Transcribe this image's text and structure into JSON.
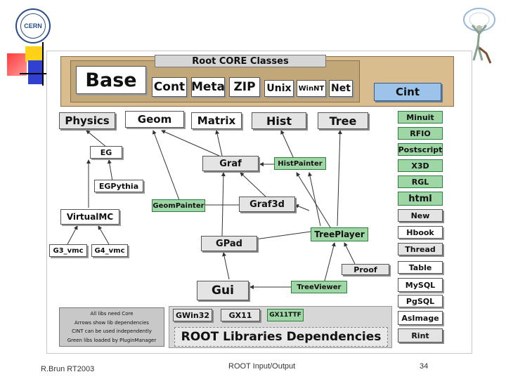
{
  "slide": {
    "logo_text": "CERN",
    "footer": {
      "author": "R.Brun RT2003",
      "title": "ROOT Input/Output",
      "page": "34"
    }
  },
  "diagram": {
    "core_title": "Root CORE Classes",
    "core": {
      "base": "Base",
      "cont": "Cont",
      "meta": "Meta",
      "zip": "ZIP",
      "unix": "Unix",
      "winnt": "WinNT",
      "net": "Net",
      "cint": "Cint"
    },
    "top_row": {
      "physics": "Physics",
      "geom": "Geom",
      "matrix": "Matrix",
      "hist": "Hist",
      "tree": "Tree"
    },
    "middle": {
      "eg": "EG",
      "egpythia": "EGPythia",
      "graf": "Graf",
      "histpainter": "HistPainter",
      "geompainter": "GeomPainter",
      "graf3d": "Graf3d",
      "virtualmc": "VirtualMC",
      "g3vmc": "G3_vmc",
      "g4vmc": "G4_vmc",
      "gpad": "GPad",
      "treeplayer": "TreePlayer",
      "proof": "Proof",
      "gui": "Gui",
      "treeviewer": "TreeViewer",
      "gwin32": "GWin32",
      "gx11": "GX11",
      "gx11ttf": "GX11TTF"
    },
    "right_column": [
      "Minuit",
      "RFIO",
      "Postscript",
      "X3D",
      "RGL",
      "html",
      "New",
      "Hbook",
      "Thread",
      "Table",
      "MySQL",
      "PgSQL",
      "AsImage",
      "Rint"
    ],
    "notes": [
      "All libs need Core",
      "Arrows show lib dependencies",
      "CINT can be used independently",
      "Green libs loaded by PluginManager"
    ],
    "banner": "ROOT Libraries Dependencies"
  },
  "colors": {
    "green_lib": "#9ed6a6",
    "core_panel": "#d9bd8f",
    "cint": "#9cc3ea",
    "diagram_bg": "#ffffff"
  }
}
